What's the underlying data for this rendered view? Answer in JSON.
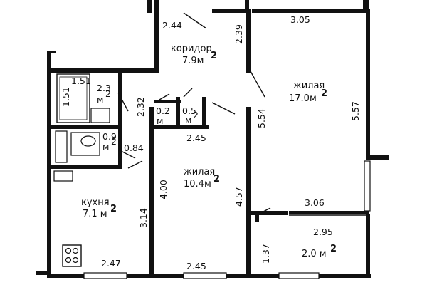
{
  "dims": {
    "corridor_top": "2.44",
    "corridor_side": "2.39",
    "room17_top": "3.05",
    "bath_top": "1.51",
    "bath_side": "1.51",
    "bath_area": "2.3",
    "bath_unit": "м",
    "wc_side": "2.32",
    "closet1": "0.2",
    "closet1_unit": "м",
    "closet2_area": "0.5",
    "closet2_unit": "м",
    "room10_top": "2.45",
    "room17_left": "5.54",
    "room17_right": "5.57",
    "wc_area": "0.9",
    "wc_unit": "м",
    "kitchen_door": "0.84",
    "room10_left": "4.00",
    "room10_right": "4.57",
    "kitchen_side": "3.14",
    "room17_bottom": "3.06",
    "balcony_top": "2.95",
    "balcony_side": "1.37",
    "kitchen_bottom": "2.47",
    "room10_bottom": "2.45"
  },
  "rooms": {
    "corridor_name": "коридор",
    "corridor_area": "7.9м",
    "room17_name": "жилая",
    "room17_area": "17.0м",
    "room10_name": "жилая",
    "room10_area": "10.4м",
    "kitchen_name": "кухня",
    "kitchen_area": "7.1 м",
    "balcony_area": "2.0 м",
    "sq": "2"
  }
}
